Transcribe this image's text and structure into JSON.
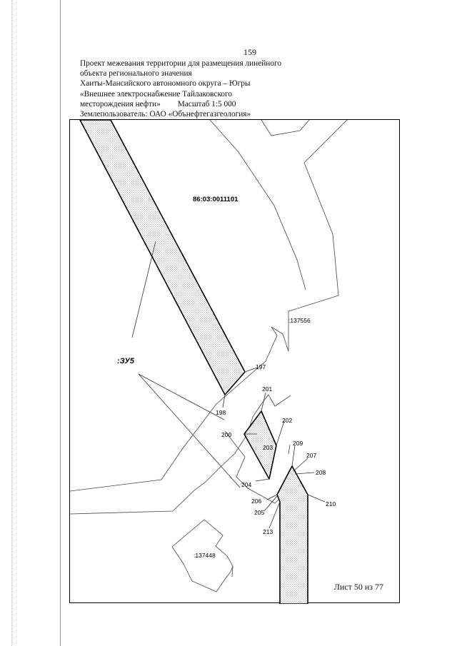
{
  "page": {
    "number": "159"
  },
  "header": {
    "line1": "Проект межевания территории для размещения линейного",
    "line2": "объекта регионального значения",
    "line3": "Ханты-Мансийского автономного округа – Югры",
    "line4": "«Внешнее электроснабжение Тайлаковского",
    "line5": "месторождения нефти»",
    "scale": "Масштаб 1:5 000",
    "line6": "Землепользователь: ОАО «Обънефтегазгеология»"
  },
  "map": {
    "cadastral_block": "86:03:0011101",
    "parcel_a": ":137556",
    "parcel_b": ":137448",
    "zone_label": ":ЗУ5",
    "points": {
      "p197": "197",
      "p198": "198",
      "p200": "200",
      "p201": "201",
      "p202": "202",
      "p203": "203",
      "p204": "204",
      "p205": "205",
      "p206": "206",
      "p207": "207",
      "p208": "208",
      "p209": "209",
      "p210": "210",
      "p213": "213"
    },
    "sheet": "Лист 50 из 77"
  },
  "colors": {
    "ink": "#000000",
    "stipple": "#8a8a8a",
    "thin_line": "#444444"
  }
}
